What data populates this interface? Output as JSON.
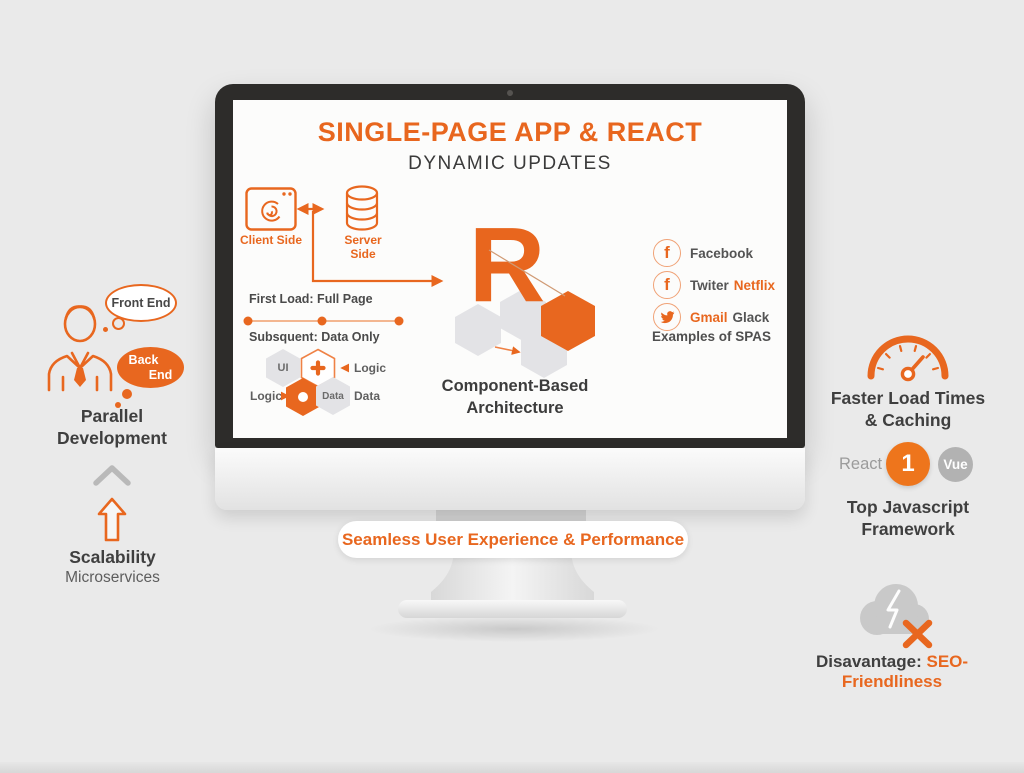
{
  "colors": {
    "accent": "#e8671f",
    "accent_light": "#f3b690",
    "dark_text": "#3f3f3f",
    "muted_text": "#5d5d5d",
    "shape_gray": "#c9c9c9"
  },
  "monitor": {
    "title": "SINGLE-PAGE APP & REACT",
    "subtitle": "DYNAMIC UPDATES",
    "flow": {
      "client_label": "Client Side",
      "server_label": "Server Side",
      "first_load": "First Load: Full Page",
      "subsequent": "Subsquent: Data Only"
    },
    "components": {
      "ui_hex": "UI",
      "logic_top": "Logic",
      "logic_bottom": "Logic",
      "data_hex": "Data",
      "data_side": "Data",
      "react_letter": "R",
      "caption_line1": "Component-Based",
      "caption_line2": "Architecture"
    },
    "examples": {
      "rows": [
        {
          "text": "Facebook",
          "text2": ""
        },
        {
          "text": "Twiter",
          "text2": "Netflix"
        },
        {
          "text": "Gmail",
          "text2": "Glack"
        }
      ],
      "caption": "Examples of SPAS"
    }
  },
  "banner": {
    "label": "Seamless User Experience & Performance"
  },
  "left_panel": {
    "front_bubble": "Front End",
    "back_bubble_line1": "Back",
    "back_bubble_line2": "End",
    "caption_line1": "Parallel",
    "caption_line2": "Development",
    "scalability": "Scalability",
    "microservices": "Microservices"
  },
  "right_panel": {
    "load_line1": "Faster Load Times",
    "load_line2": "& Caching",
    "react_label": "React",
    "rank_badge": "1",
    "vue_label": "Vue",
    "framework_line1": "Top Javascript",
    "framework_line2": "Framework",
    "disadvantage_label": "Disavantage:",
    "disadvantage_value": "SEO-Friendliness"
  },
  "icons": {
    "facebook_glyph": "f",
    "client": "browser-window-icon",
    "server": "database-icon",
    "bird": "twitter-bird-icon",
    "speed": "speedometer-icon",
    "cloud": "cloud-lightning-icon",
    "fail": "x-mark-icon",
    "person": "developer-person-icon",
    "up": "up-arrow-icon",
    "chevron": "chevron-up-icon"
  }
}
